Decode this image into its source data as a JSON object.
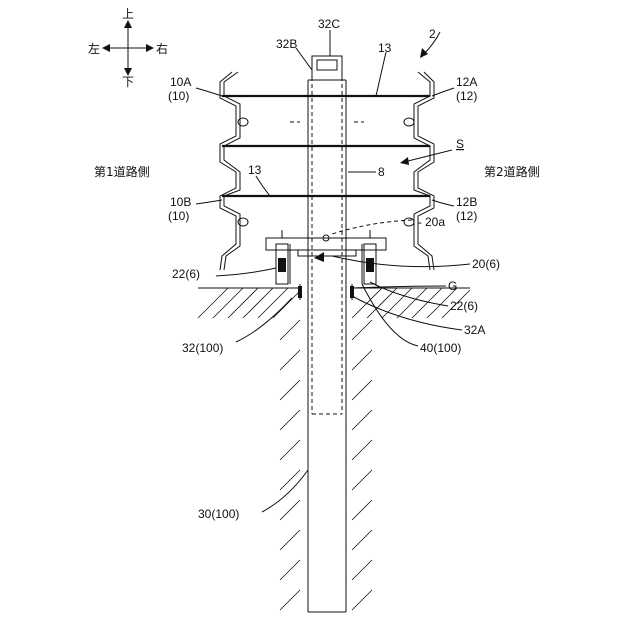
{
  "directions": {
    "up": "上",
    "down": "下",
    "left": "左",
    "right": "右"
  },
  "sides": {
    "first_road_side": "第1道路側",
    "second_road_side": "第2道路側"
  },
  "labels": {
    "ref_2": "2",
    "ref_32C": "32C",
    "ref_32B": "32B",
    "ref_13_top": "13",
    "ref_10A": "10A",
    "ref_10A_sub": "(10)",
    "ref_12A": "12A",
    "ref_12A_sub": "(12)",
    "ref_S": "S",
    "ref_8": "8",
    "ref_13_mid": "13",
    "ref_10B": "10B",
    "ref_10B_sub": "(10)",
    "ref_12B": "12B",
    "ref_12B_sub": "(12)",
    "ref_20a": "20a",
    "ref_22_left": "22(6)",
    "ref_20": "20(6)",
    "ref_G": "G",
    "ref_22_right": "22(6)",
    "ref_32A": "32A",
    "ref_32": "32(100)",
    "ref_40": "40(100)",
    "ref_30": "30(100)"
  }
}
